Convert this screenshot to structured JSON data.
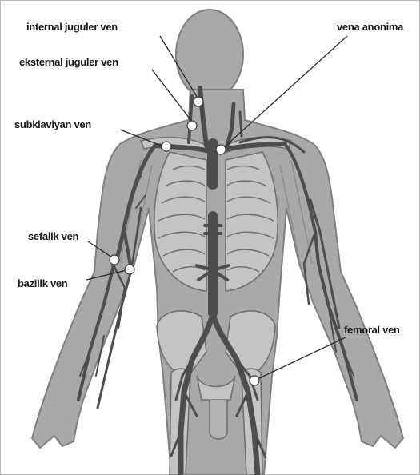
{
  "labels": {
    "internal_jugular": "internal juguler ven",
    "external_jugular": "eksternal juguler ven",
    "subclavian": "subklaviyan ven",
    "anonima": "vena anonima",
    "cephalic": "sefalik ven",
    "basilic": "bazilik ven",
    "femoral": "femoral ven"
  },
  "colors": {
    "body": "#a9a9a9",
    "body_outline": "#7f7f7f",
    "bone": "#c4c4c4",
    "bone_line": "#6f6f6f",
    "vein": "#4d4d4d",
    "marker": "#ffffff"
  }
}
